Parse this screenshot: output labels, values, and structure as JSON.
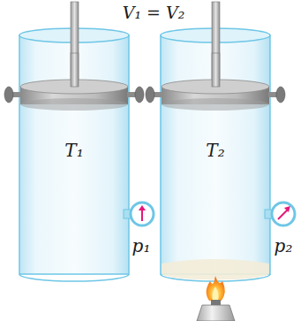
{
  "diagram": {
    "labels": [
      "V₁ = V₂",
      "T₁",
      "p₁",
      "T₂",
      "p₂"
    ]
  }
}
